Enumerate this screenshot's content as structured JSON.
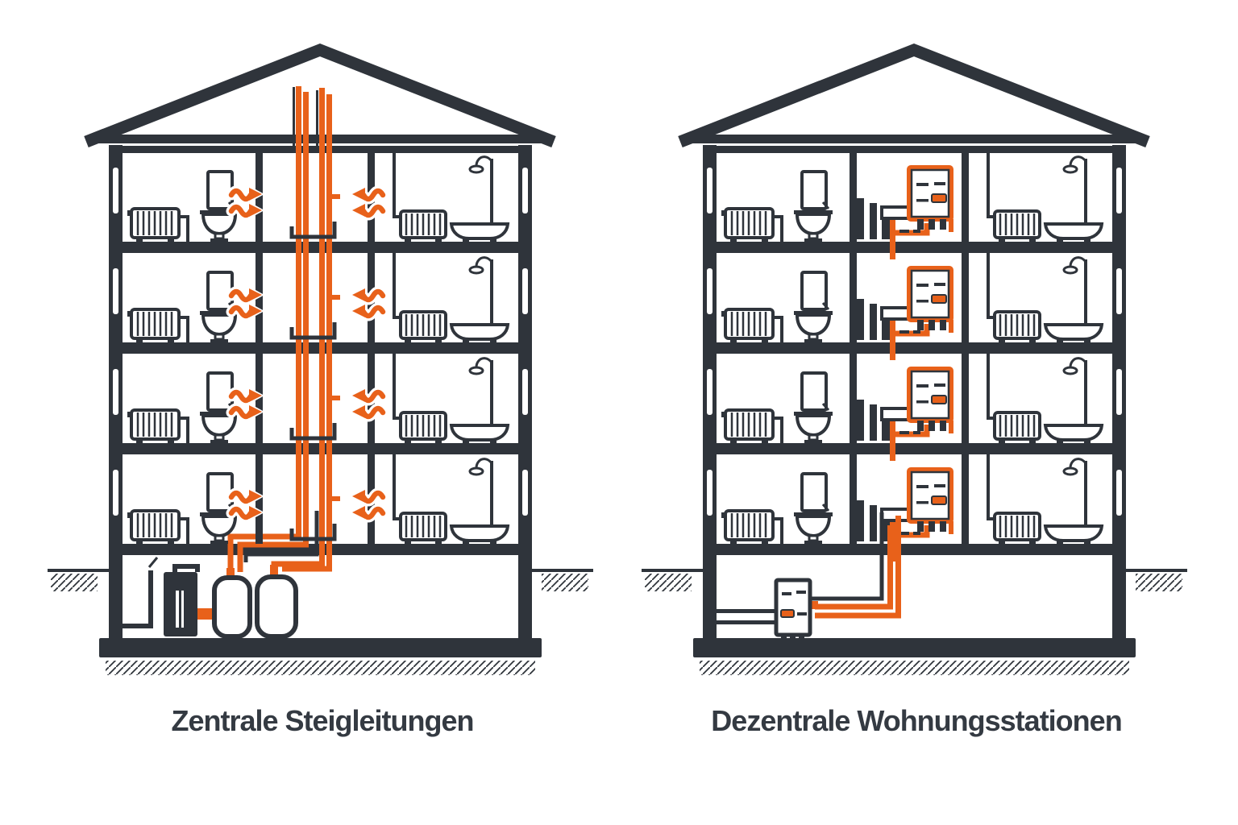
{
  "colors": {
    "dark": "#2f343b",
    "orange": "#e8611a",
    "text": "#343a42",
    "white": "#ffffff"
  },
  "panels": {
    "left": {
      "caption": "Zentrale Steigleitungen",
      "floors": 4
    },
    "right": {
      "caption": "Dezentrale Wohnungsstationen",
      "floors": 4
    }
  }
}
